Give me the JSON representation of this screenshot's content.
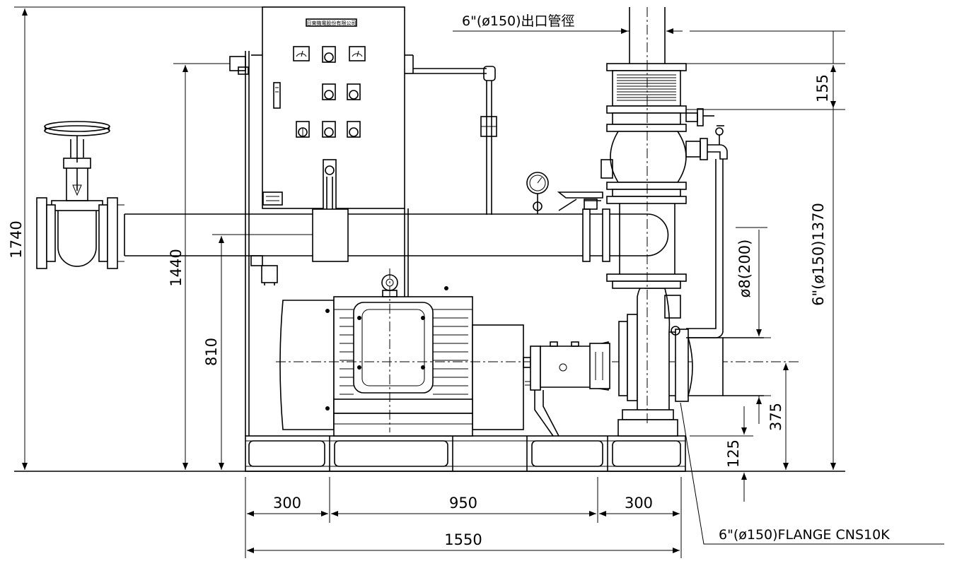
{
  "drawing": {
    "type": "pump unit elevation",
    "dimensions": {
      "overall_height": "1740",
      "panel_height": "1440",
      "header_height": "810",
      "outlet_height": "6\"(ø150)1370",
      "flex_length": "155",
      "inlet_diameter": "ø8(200)",
      "shaft_height": "375",
      "base_height": "125",
      "base_left": "300",
      "base_middle": "950",
      "base_right": "300",
      "base_total": "1550"
    },
    "notes": {
      "outlet_pipe": "6\"(ø150)出口管徑",
      "flange_spec": "6\"(ø150)FLANGE CNS10K"
    },
    "panel_label": "日東機電股份有限公司"
  }
}
